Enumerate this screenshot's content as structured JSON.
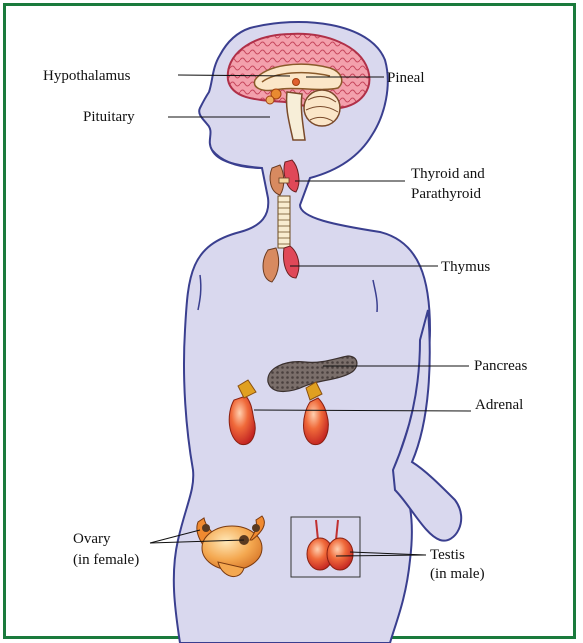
{
  "labels": {
    "hypothalamus": "Hypothalamus",
    "pineal": "Pineal",
    "pituitary": "Pituitary",
    "thyroid_line1": "Thyroid and",
    "thyroid_line2": "Parathyroid",
    "thymus": "Thymus",
    "pancreas": "Pancreas",
    "adrenal": "Adrenal",
    "ovary_line1": "Ovary",
    "ovary_line2": "(in female)",
    "testis_line1": "Testis",
    "testis_line2": "(in male)"
  },
  "colors": {
    "border": "#1a7a3c",
    "body_fill": "#d9d8ee",
    "body_outline": "#3a3f8f",
    "brain": "#f08a9a",
    "gland_red": "#e04040",
    "gland_orange": "#f0a040",
    "pancreas": "#6b6160"
  }
}
